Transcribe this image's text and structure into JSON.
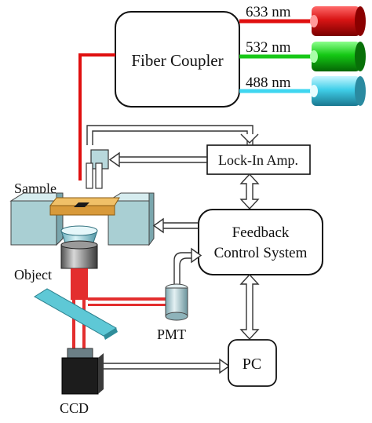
{
  "boxes": {
    "fiber_coupler": "Fiber Coupler",
    "lock_in_amp": "Lock-In Amp.",
    "feedback_line1": "Feedback",
    "feedback_line2": "Control System",
    "pc": "PC"
  },
  "lasers": [
    {
      "wavelength": "633 nm",
      "color": "#e01010"
    },
    {
      "wavelength": "532 nm",
      "color": "#18c818"
    },
    {
      "wavelength": "488 nm",
      "color": "#3fd6f0"
    }
  ],
  "labels": {
    "sample": "Sample",
    "object": "Object",
    "pmt": "PMT",
    "ccd": "CCD"
  },
  "colors": {
    "red_beam": "#e01818",
    "arrow_outline": "#444444",
    "stage": "#a9cfd3",
    "sample_plate": "#e0a040",
    "mirror": "#5ec8d6"
  }
}
